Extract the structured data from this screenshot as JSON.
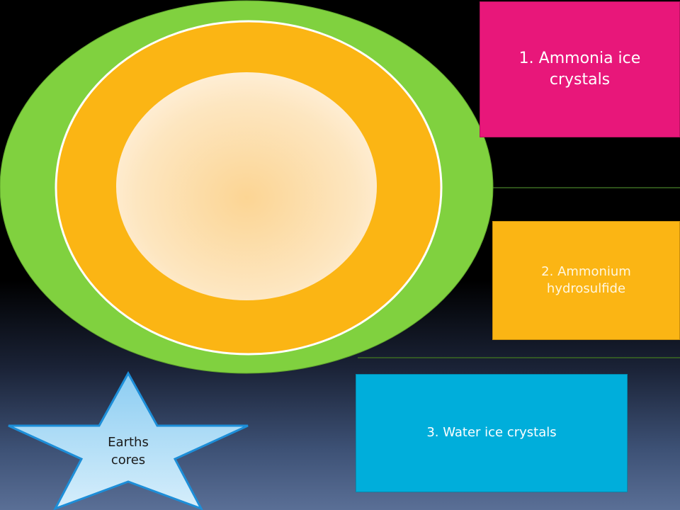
{
  "labels": {
    "layer1": "1. Ammonia  ice crystals",
    "layer2": "2. Ammonium hydrosulfide",
    "layer3": "3. Water ice crystals",
    "star": "Earths cores"
  },
  "colors": {
    "outer_ring": "#80d13f",
    "middle_ring": "#fbb514",
    "core": "#fcd9a0",
    "box1": "#e8177a",
    "box2": "#fbb514",
    "box3": "#00aedb",
    "star": "#9fd4f3"
  }
}
